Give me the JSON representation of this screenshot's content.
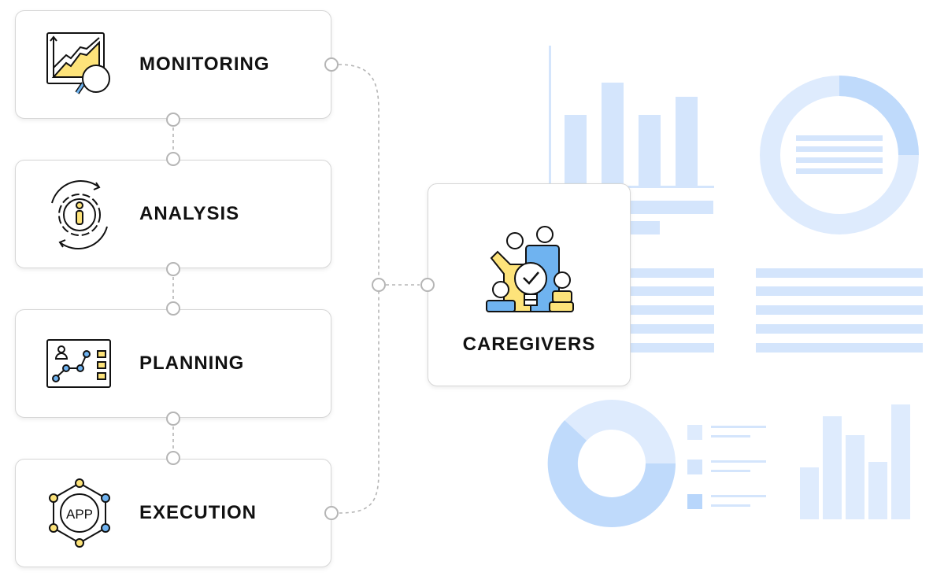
{
  "steps": [
    {
      "label": "MONITORING",
      "icon": "chart-magnifier-icon"
    },
    {
      "label": "ANALYSIS",
      "icon": "gear-info-icon"
    },
    {
      "label": "PLANNING",
      "icon": "plan-board-icon"
    },
    {
      "label": "EXECUTION",
      "icon": "app-network-icon"
    }
  ],
  "hub": {
    "label": "CAREGIVERS",
    "icon": "caregivers-group-icon"
  },
  "colors": {
    "accent_yellow": "#fde37a",
    "accent_blue": "#6fb3f0",
    "deco_blue": "#cfe3fc",
    "connector_gray": "#b5b5b5",
    "text": "#111111"
  }
}
